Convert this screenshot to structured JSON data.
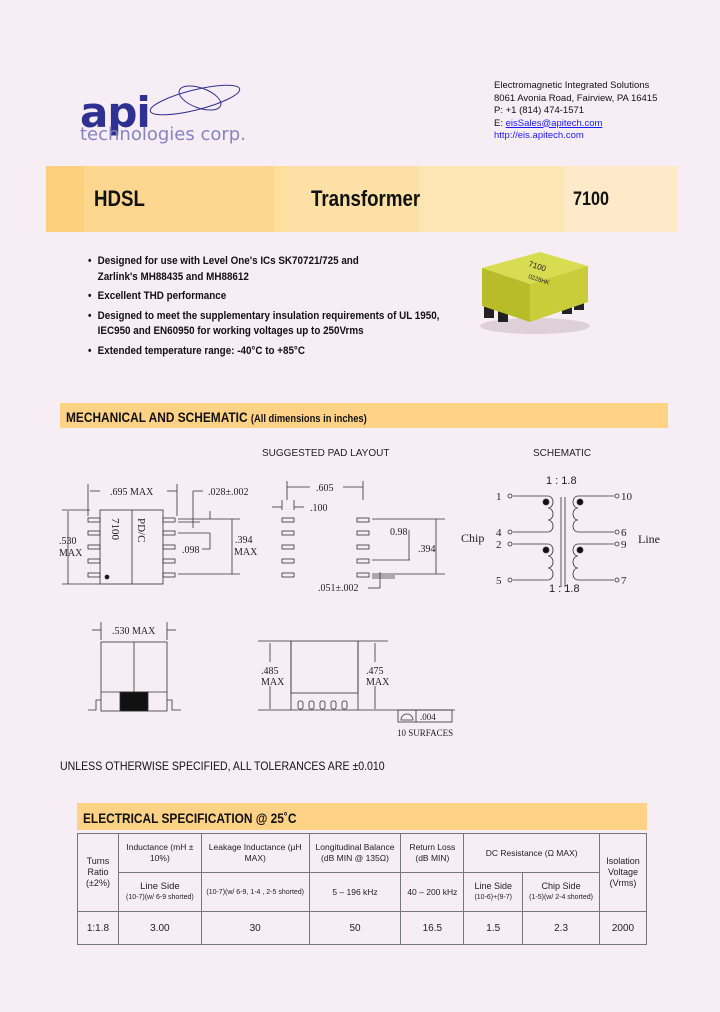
{
  "logo": {
    "brand": "api",
    "subtitle": "technologies corp."
  },
  "contact": {
    "company": "Electromagnetic Integrated Solutions",
    "address": "8061 Avonia Road,  Fairview, PA 16415",
    "phone": "P: +1 (814) 474-1571",
    "email_prefix": "E: ",
    "email": "eisSales@apitech.com",
    "website": "http://eis.apitech.com"
  },
  "banner": {
    "product_line": "HDSL",
    "product_type": "Transformer",
    "part_number": "7100"
  },
  "features": [
    "Designed for use with Level One's ICs SK70721/725 and Zarlink's MH88435 and MH88612",
    "Excellent THD performance",
    "Designed to meet the supplementary insulation requirements of UL 1950, IEC950 and EN60950 for working voltages up to 250Vrms",
    "Extended temperature range: -40°C to +85°C"
  ],
  "photo": {
    "marking_top": "7100",
    "marking_bottom": "0228HK"
  },
  "mechanical": {
    "title": "MECHANICAL AND SCHEMATIC",
    "subtitle": "(All dimensions in inches)",
    "pad_layout_title": "SUGGESTED PAD LAYOUT",
    "schematic_title": "SCHEMATIC",
    "top_view": {
      "part_mark": "7100",
      "date_mark": "PD/C",
      "width": ".695  MAX",
      "height": ".530",
      "height_unit": "MAX",
      "pad_width": ".028±.002",
      "pitch": ".098",
      "span": ".394",
      "span_unit": "MAX"
    },
    "pad_layout": {
      "spacing": ".605",
      "pad_length": ".100",
      "pitch": "0.98",
      "span": ".394",
      "pad_width": ".051±.002"
    },
    "schematic": {
      "ratio_top": "1 : 1.8",
      "ratio_bottom": "1 : 1.8",
      "chip_label": "Chip",
      "line_label": "Line",
      "pins_left": [
        "1",
        "4",
        "2",
        "5"
      ],
      "pins_right": [
        "10",
        "6",
        "9",
        "7"
      ]
    },
    "side_view": {
      "width": ".530  MAX"
    },
    "end_view": {
      "height_left": ".485",
      "height_left_unit": "MAX",
      "height_right": ".475",
      "height_right_unit": "MAX",
      "coplanarity": ".004",
      "surfaces": "10  SURFACES"
    },
    "tolerance_note": "UNLESS OTHERWISE SPECIFIED, ALL TOLERANCES ARE ±0.010"
  },
  "electrical": {
    "title": "ELECTRICAL SPECIFICATION @ 25˚C",
    "headers": {
      "turns": "Turns Ratio (±2%)",
      "inductance": "Inductance (mH ± 10%)",
      "leakage": "Leakage Inductance (µH MAX)",
      "balance": "Longitudinal Balance (dB MIN @ 135Ω)",
      "return_loss": "Return Loss (dB MIN)",
      "dcr": "DC Resistance (Ω MAX)",
      "isolation": "Isolation Voltage (Vrms)"
    },
    "subheaders": {
      "inductance": "Line Side",
      "inductance_note": "(10-7)(w/ 6-9 shorted)",
      "leakage": "(10-7)(w/ 6-9, 1-4 , 2-5 shorted)",
      "balance": "5 – 196 kHz",
      "return_loss": "40 – 200 kHz",
      "dcr_line": "Line Side",
      "dcr_line_note": "(10-6)+(9-7)",
      "dcr_chip": "Chip Side",
      "dcr_chip_note": "(1-5)(w/ 2-4 shorted)"
    },
    "row": {
      "turns": "1:1.8",
      "inductance": "3.00",
      "leakage": "30",
      "balance": "50",
      "return_loss": "16.5",
      "dcr_line": "1.5",
      "dcr_chip": "2.3",
      "isolation": "2000"
    }
  }
}
